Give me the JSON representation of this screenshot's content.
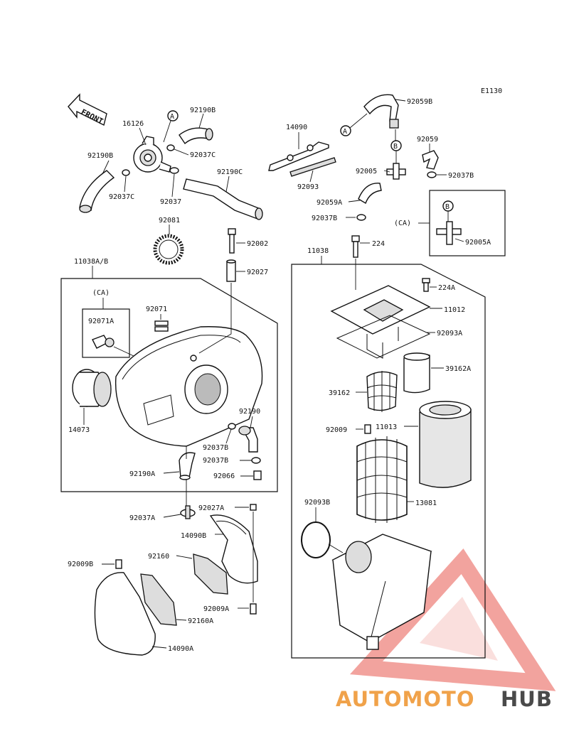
{
  "diagram_code": "E1130",
  "front_label": "FRONT",
  "ref_labels": {
    "a_top": "A",
    "a_hose": "A",
    "b_top": "B",
    "b_inset": "B"
  },
  "parts": {
    "p16126": "16126",
    "p92190B_a": "92190B",
    "p92190B_b": "92190B",
    "p92037C_a": "92037C",
    "p92037C_b": "92037C",
    "p92037": "92037",
    "p92190C": "92190C",
    "p92081": "92081",
    "p92002": "92002",
    "p92027": "92027",
    "p11038AB": "11038A/B",
    "ca_left": "(CA)",
    "p92071A": "92071A",
    "p92071": "92071",
    "p14073": "14073",
    "p92190": "92190",
    "p92037B_a": "92037B",
    "p92037B_b": "92037B",
    "p92066": "92066",
    "p92190A": "92190A",
    "p92037A": "92037A",
    "p92027A": "92027A",
    "p14090B": "14090B",
    "p92160": "92160",
    "p92009B": "92009B",
    "p92009A": "92009A",
    "p92160A": "92160A",
    "p14090A": "14090A",
    "p14090": "14090",
    "p92093": "92093",
    "p92059B": "92059B",
    "p92059": "92059",
    "p92005": "92005",
    "p92037B_c": "92037B",
    "p92059A": "92059A",
    "p92037B_d": "92037B",
    "ca_right": "(CA)",
    "p92005A": "92005A",
    "p11038": "11038",
    "p224": "224",
    "p224A": "224A",
    "p11012": "11012",
    "p92093A": "92093A",
    "p39162A": "39162A",
    "p39162": "39162",
    "p92009": "92009",
    "p11013": "11013",
    "p92093B": "92093B",
    "p13081": "13081"
  },
  "watermark": {
    "text_part1": "AUTOMOTO",
    "text_part2": "HUB",
    "color_primary": "#e8584f",
    "color_secondary": "#f0a24a",
    "color_dark": "#4a4a4a"
  }
}
